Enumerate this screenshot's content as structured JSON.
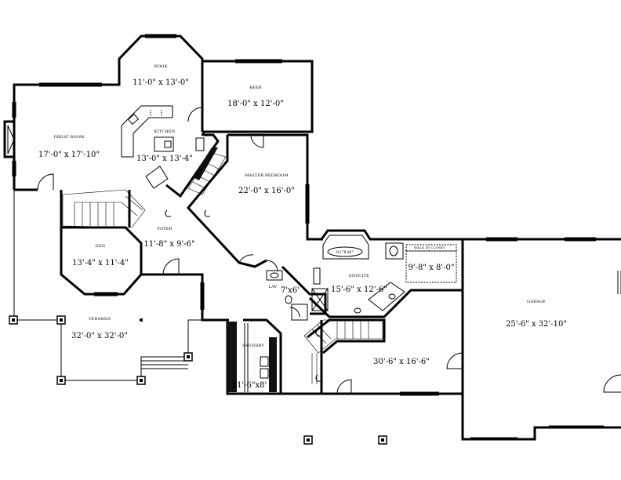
{
  "rooms": {
    "nook": {
      "name": "NOOK",
      "size": "11'-0\" x 13'-0\""
    },
    "beer": {
      "name": "BEER",
      "size": "18'-0\" x 12'-0\""
    },
    "great_room": {
      "name": "GREAT ROOM",
      "size": "17'-0\" x 17'-10\""
    },
    "kitchen": {
      "name": "KITCHEN",
      "size": "13'-0\" x 13'-4\""
    },
    "master_bedroom": {
      "name": "MASTER BEDROOM",
      "size": "22'-0\" x 16'-0\""
    },
    "den": {
      "name": "DEN",
      "size": "13'-4\" x 11'-4\""
    },
    "foyer": {
      "name": "FOYER",
      "size": "11'-8\" x 9'-6\""
    },
    "veranda": {
      "name": "VERANDA",
      "size": "32'-0\" x 32'-0\""
    },
    "ensuite": {
      "name": "ENSUITE",
      "size": "15'-6\" x 12'-6\""
    },
    "walk_in_closet": {
      "name": "WALK IN CLOSET",
      "size": "9'-8\" x 8'-0\""
    },
    "lav": {
      "name": "LAV",
      "size": "7'x6'"
    },
    "garage": {
      "name": "GARAGE",
      "size": "25'-6\" x 32'-10\""
    },
    "lower_room": {
      "size": "30'-6\" x 16'-6\""
    },
    "laundry": {
      "name": "LAUNDRY",
      "size": "11'-6\"x8'"
    },
    "tub_label": {
      "name": "62\"X36\""
    }
  }
}
